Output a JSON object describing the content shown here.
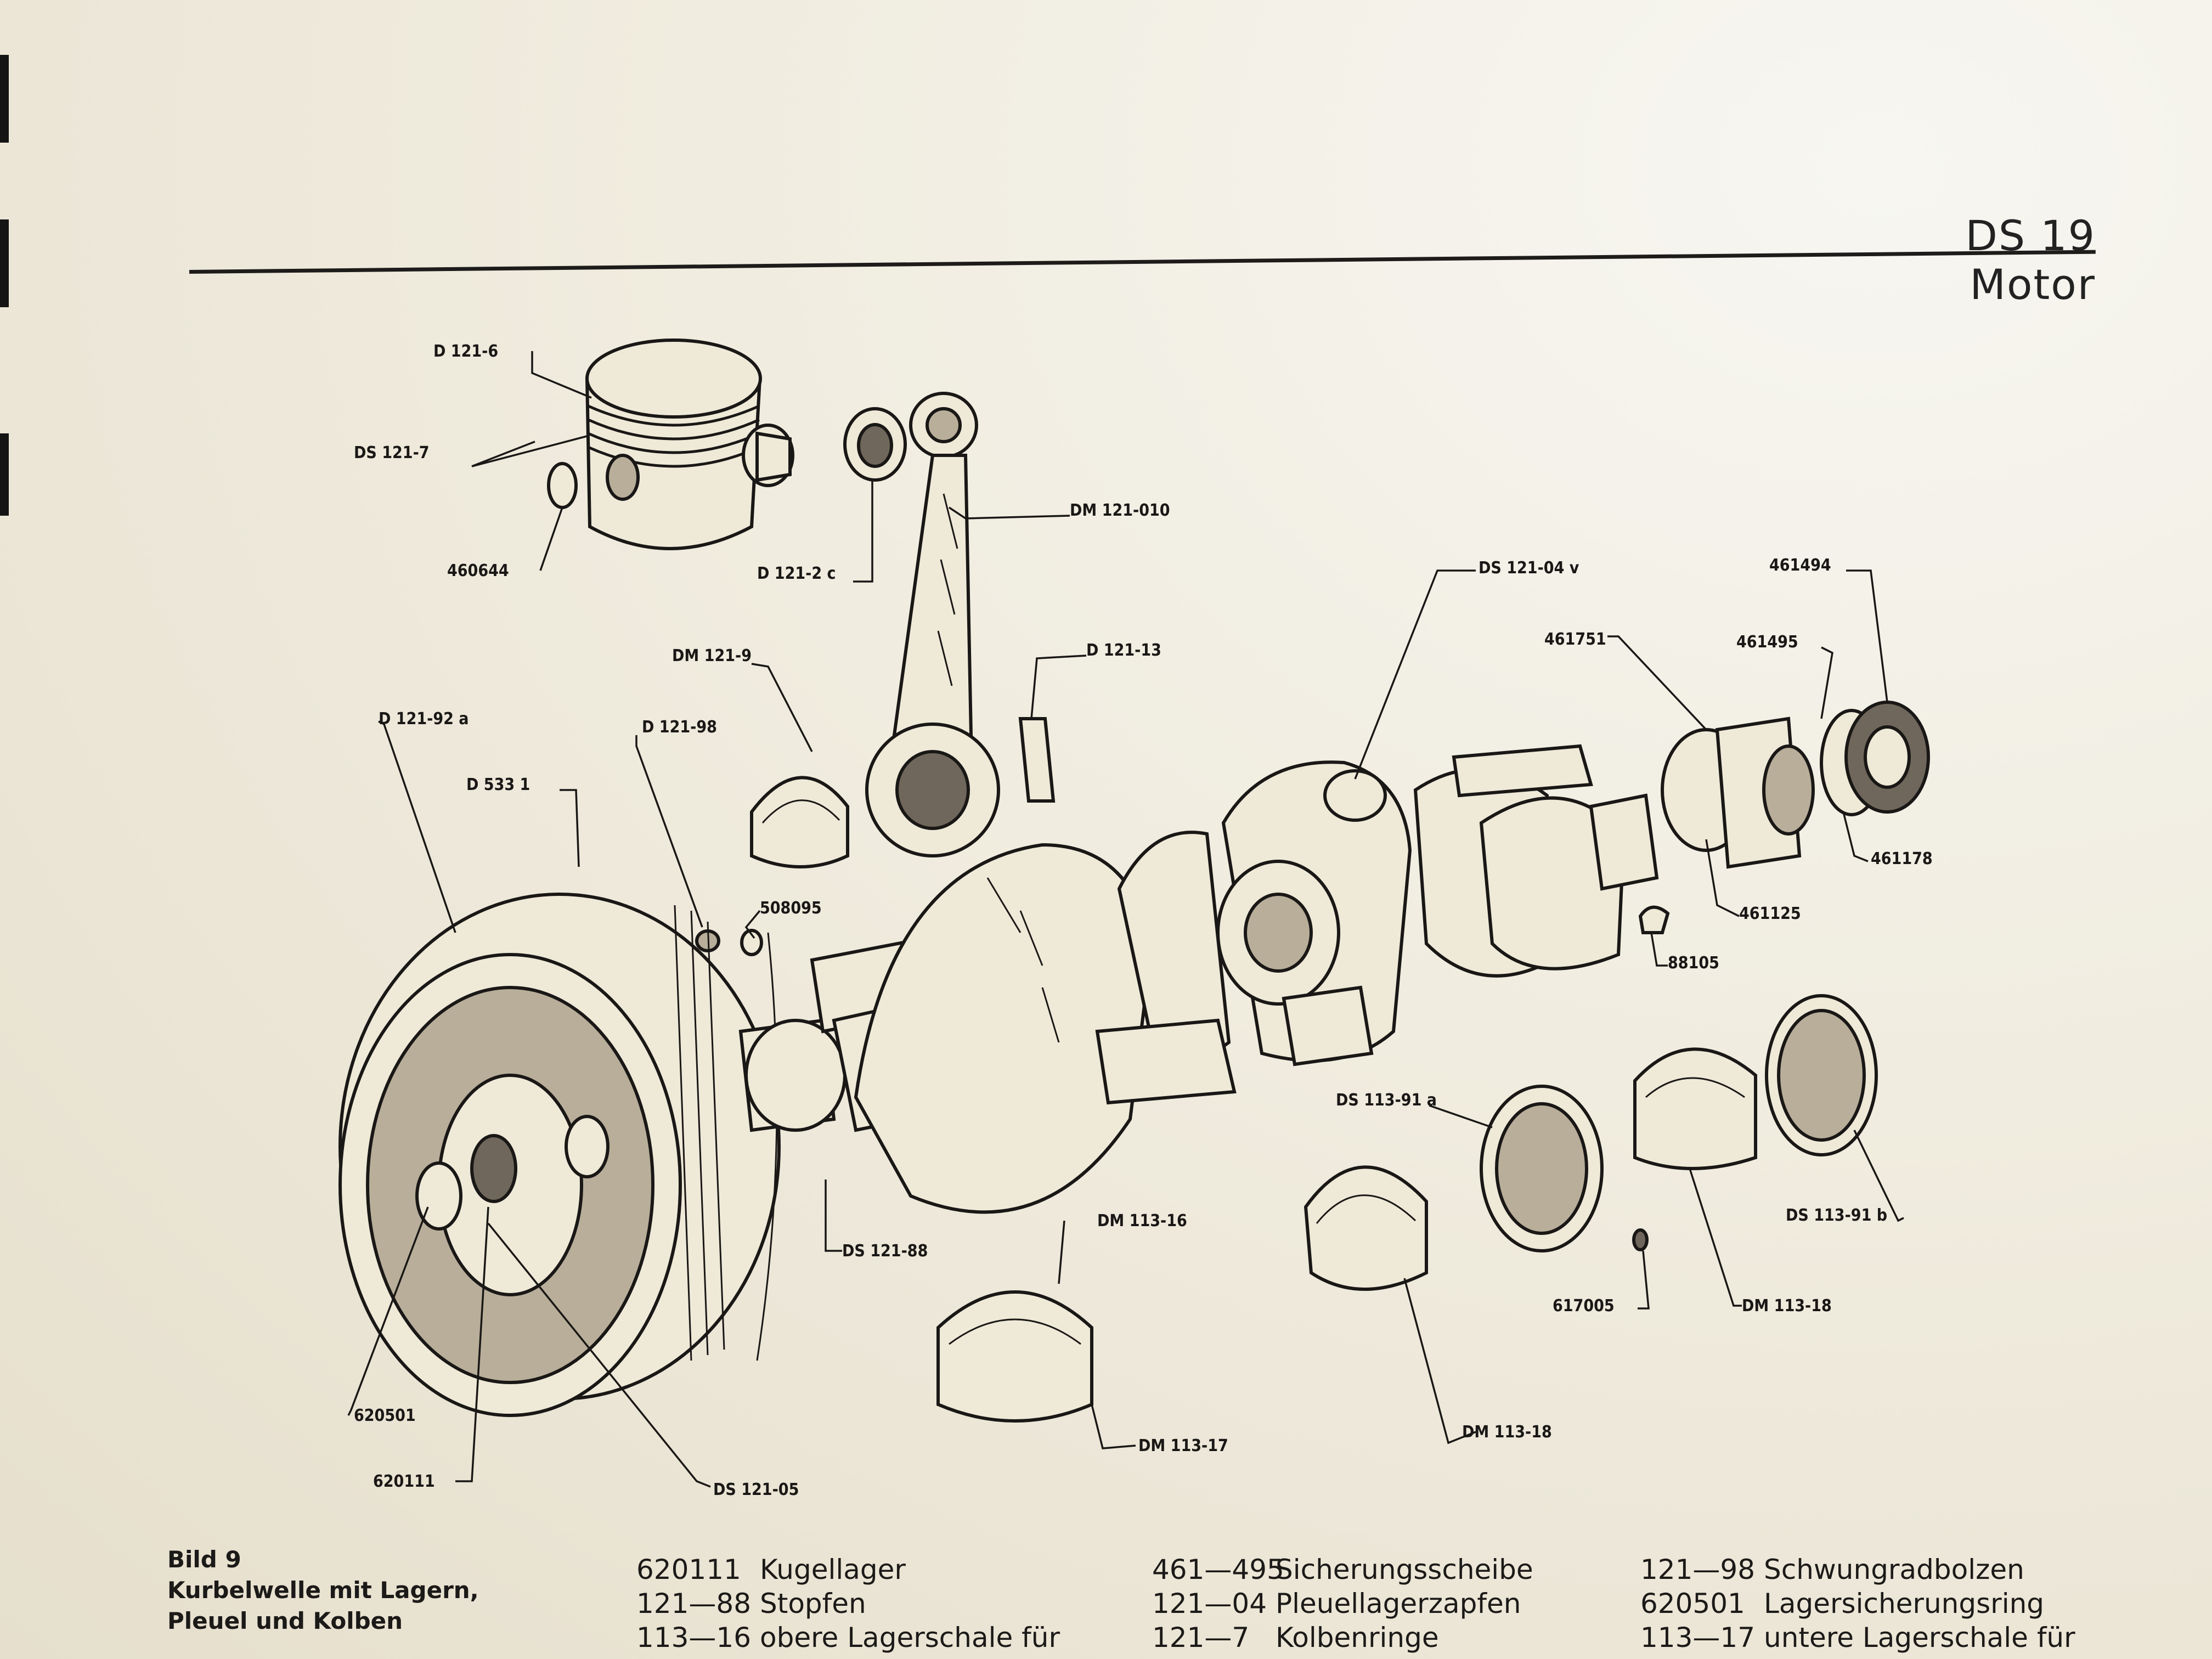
{
  "header": {
    "title": "DS 19 Motor"
  },
  "part_labels": {
    "d121_6": "D 121-6",
    "ds121_7": "DS 121-7",
    "n460644": "460644",
    "d121_2c": "D 121-2 c",
    "dm121_010": "DM 121-010",
    "ds121_04v": "DS 121-04 v",
    "n461494": "461494",
    "n461751": "461751",
    "n461495": "461495",
    "dm121_9": "DM 121-9",
    "d121_13": "D 121-13",
    "d121_92a": "D 121-92 a",
    "d121_98": "D 121-98",
    "d5331": "D 533 1",
    "n508095": "508095",
    "n461178": "461178",
    "n461125": "461125",
    "n88105": "88105",
    "ds113_91a": "DS 113-91 a",
    "ds113_91b": "DS 113-91 b",
    "dm113_16": "DM 113-16",
    "ds121_88": "DS 121-88",
    "n617005": "617005",
    "dm113_18_right": "DM 113-18",
    "dm113_18_lower": "DM 113-18",
    "dm113_17": "DM 113-17",
    "n620501": "620501",
    "n620111": "620111",
    "ds121_05": "DS 121-05"
  },
  "legend": {
    "figure_number": "Bild 9",
    "caption_line1": "Kurbelwelle mit Lagern,",
    "caption_line2": "Pleuel und Kolben",
    "columns": [
      [
        {
          "num": "620111",
          "text": "Kugellager"
        },
        {
          "num": "121—88",
          "text": "Stopfen"
        },
        {
          "num": "113—16",
          "text": "obere Lagerschale für"
        }
      ],
      [
        {
          "num": "461—495",
          "text": "Sicherungsscheibe"
        },
        {
          "num": "121—04",
          "text": "Pleuellagerzapfen"
        },
        {
          "num": "121—7",
          "text": "Kolbenringe"
        }
      ],
      [
        {
          "num": "121—98",
          "text": "Schwungradbolzen"
        },
        {
          "num": "620501",
          "text": "Lagersicherungsring"
        },
        {
          "num": "113—17",
          "text": "untere Lagerschale für"
        }
      ]
    ]
  }
}
